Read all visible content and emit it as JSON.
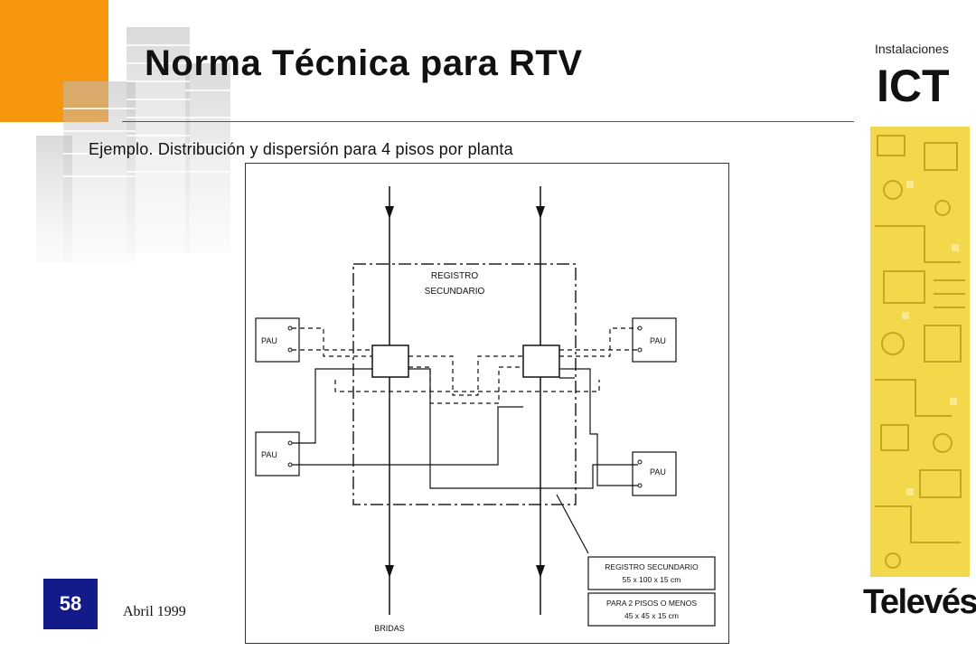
{
  "slide": {
    "title": "Norma Técnica para RTV",
    "subtitle": "Ejemplo. Distribución y dispersión para 4 pisos por planta",
    "page_number": "58",
    "date": "Abril 1999"
  },
  "brand": {
    "small_label": "Instalaciones",
    "big_label": "ICT",
    "logo_text": "Televés",
    "accent_color": "#f7960f",
    "badge_color": "#131a8a",
    "circuit_color": "#f4d84c"
  },
  "diagram": {
    "registro_label_line1": "REGISTRO",
    "registro_label_line2": "SECUNDARIO",
    "pau_label": "PAU",
    "bridas_label": "BRIDAS",
    "note1_line1": "REGISTRO SECUNDARIO",
    "note1_line2": "55 x 100 x 15 cm",
    "note2_line1": "PARA 2 PISOS O MENOS",
    "note2_line2": "45 x 45 x 15 cm"
  }
}
